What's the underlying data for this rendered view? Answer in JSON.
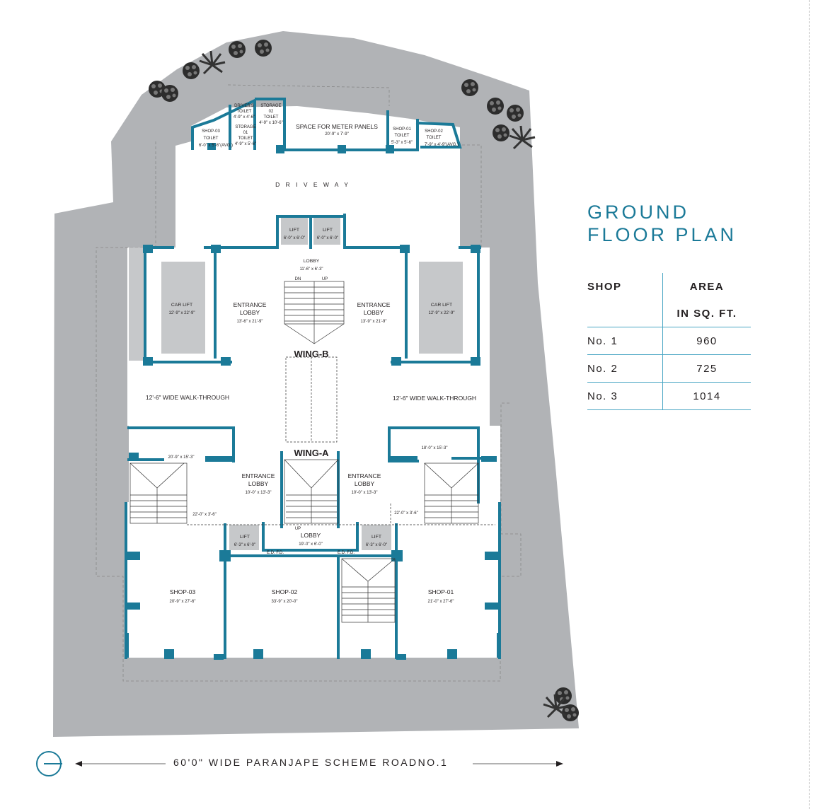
{
  "title": {
    "line1": "GROUND",
    "line2": "FLOOR PLAN"
  },
  "legend": {
    "col1_header": "SHOP",
    "col2_header_line1": "AREA",
    "col2_header_line2": "IN SQ. FT.",
    "rows": [
      {
        "shop": "No. 1",
        "area": "960"
      },
      {
        "shop": "No. 2",
        "area": "725"
      },
      {
        "shop": "No. 3",
        "area": "1014"
      }
    ]
  },
  "road": "60'0\" WIDE PARANJAPE SCHEME ROADNO.1",
  "plan": {
    "driveway": "D R I V E W A Y",
    "meter_panels": {
      "name": "SPACE FOR METER PANELS",
      "dim": "20'-9\" x 7'-9\""
    },
    "drivers_toilet": {
      "line1": "DRIVER'S",
      "line2": "TOILET",
      "dim": "4'-9\" x 4'-6\""
    },
    "storage_02": {
      "line1": "STORAGE",
      "line2": "02",
      "line3": "TOILET",
      "dim": "4'-9\" x 10'-6\""
    },
    "storage_01": {
      "line1": "STORAGE",
      "line2": "01",
      "line3": "TOILET",
      "dim": "4'-9\" x 5'-6\""
    },
    "shop03_toilet": {
      "line1": "SHOP-03",
      "line2": "TOILET",
      "dim": "6'-0\" x 5'-6\"(AVG.)"
    },
    "shop01_toilet": {
      "line1": "SHOP-01",
      "line2": "TOILET",
      "dim": "5'-3\" x 5'-6\""
    },
    "shop02_toilet": {
      "line1": "SHOP-02",
      "line2": "TOILET",
      "dim": "7'-9\" x 4'-9\"(AVG.)"
    },
    "lift_top_left": {
      "name": "LIFT",
      "dim": "6'-0\" x 6'-0\""
    },
    "lift_top_right": {
      "name": "LIFT",
      "dim": "6'-0\" x 6'-0\""
    },
    "lobby_top": {
      "name": "LOBBY",
      "dim": "11'-6\" x 6'-3\""
    },
    "dn": "DN",
    "up": "UP",
    "car_lift_left": {
      "name": "CAR LIFT",
      "dim": "12'-9\" x 22'-9\""
    },
    "car_lift_right": {
      "name": "CAR LIFT",
      "dim": "12'-9\" x 22'-9\""
    },
    "entrance_lobby_b_left": {
      "line1": "ENTRANCE",
      "line2": "LOBBY",
      "dim": "13'-6\" x 21'-9\""
    },
    "entrance_lobby_b_right": {
      "line1": "ENTRANCE",
      "line2": "LOBBY",
      "dim": "13'-9\" x 21'-9\""
    },
    "wing_b": "WING-B",
    "wing_a": "WING-A",
    "walk_left": "12'-6\"  WIDE  WALK-THROUGH",
    "walk_right": "12'-6\"  WIDE  WALK-THROUGH",
    "dim_left_top": "20'-9\" x 15'-3\"",
    "dim_right_top": "18'-0\" x 15'-3\"",
    "dim_left_mid": "22'-0\" x 3'-6\"",
    "dim_right_mid": "22'-0\" x 3'-6\"",
    "entrance_lobby_a_left": {
      "line1": "ENTRANCE",
      "line2": "LOBBY",
      "dim": "10'-0\" x 13'-3\""
    },
    "entrance_lobby_a_right": {
      "line1": "ENTRANCE",
      "line2": "LOBBY",
      "dim": "10'-0\" x 13'-3\""
    },
    "up_bottom": "UP",
    "lobby_bottom": {
      "name": "LOBBY",
      "dim": "19'-0\" x 6'-0\""
    },
    "lift_bottom_left": {
      "name": "LIFT",
      "dim": "6'-3\" x 6'-0\""
    },
    "lift_bottom_right": {
      "name": "LIFT",
      "dim": "6'-3\" x 6'-0\""
    },
    "ed_left": "E.D.  F.D.",
    "ed_right": "E.D.  F.D.",
    "shop03": {
      "name": "SHOP-03",
      "dim": "20'-9\" x 27'-6\""
    },
    "shop02": {
      "name": "SHOP-02",
      "dim": "33'-9\" x 20'-0\""
    },
    "shop01": {
      "name": "SHOP-01",
      "dim": "21'-0\" x 27'-6\""
    }
  },
  "colors": {
    "wall": "#1b7a98",
    "site": "#b1b3b6",
    "lift": "#c6c8ca",
    "title": "#1b7a98"
  },
  "icons": {
    "north": "north-arrow-icon",
    "arrow_left": "arrow-left-icon",
    "arrow_right": "arrow-right-icon",
    "trees": "tree-icon"
  }
}
